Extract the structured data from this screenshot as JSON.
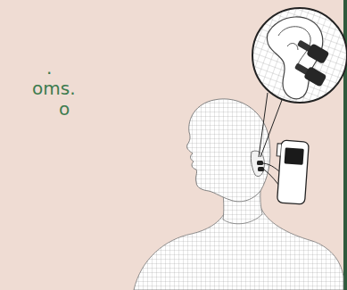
{
  "diagram": {
    "labels": [
      ".",
      "oms.",
      "o"
    ]
  }
}
